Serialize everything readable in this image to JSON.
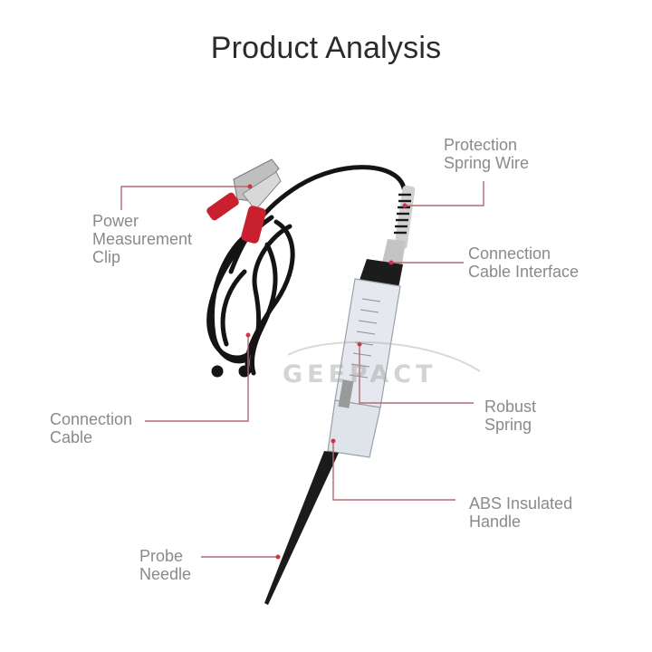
{
  "title": "Product Analysis",
  "watermark": "GEEPACT",
  "callouts": [
    {
      "id": "power-clip",
      "label": "Power\nMeasurement\nClip"
    },
    {
      "id": "protection-spring",
      "label": "Protection\nSpring Wire"
    },
    {
      "id": "cable-interface",
      "label": "Connection\nCable Interface"
    },
    {
      "id": "robust-spring",
      "label": "Robust\nSpring"
    },
    {
      "id": "connection-cable",
      "label": "Connection\nCable"
    },
    {
      "id": "abs-handle",
      "label": "ABS Insulated\nHandle"
    },
    {
      "id": "probe-needle",
      "label": "Probe\nNeedle"
    }
  ],
  "colors": {
    "callout_line": "#b46a72",
    "callout_dot": "#d2314a",
    "label_text": "#8a8a8a",
    "title_text": "#2b2b2b",
    "clip_red": "#c8202e",
    "cable_black": "#141414"
  }
}
